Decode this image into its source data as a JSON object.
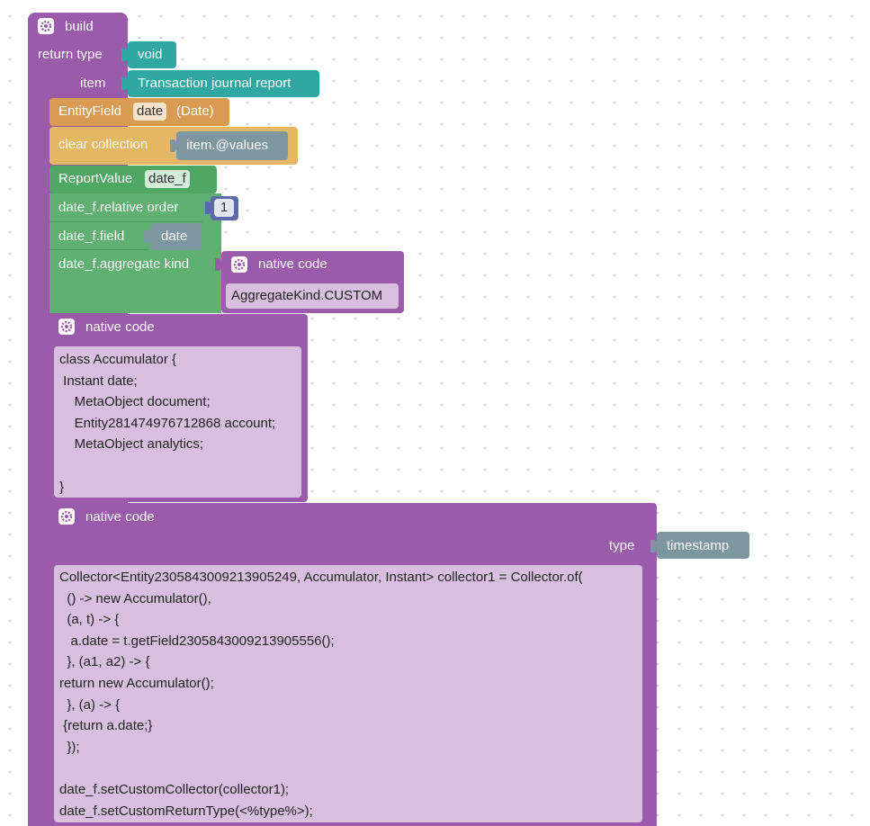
{
  "build": {
    "title": "build",
    "return_type_label": "return type",
    "return_type_value": "void",
    "item_label": "item",
    "item_value": "Transaction journal report"
  },
  "entity_field": {
    "label": "EntityField",
    "field": "date",
    "type": "(Date)"
  },
  "clear_collection": {
    "label": "clear collection",
    "value": "item.@values"
  },
  "report_value": {
    "label": "ReportValue",
    "name": "date_f"
  },
  "relative_order": {
    "label": "date_f.relative order",
    "value": "1"
  },
  "field_row": {
    "label": "date_f.field",
    "value": "date"
  },
  "aggregate_kind": {
    "label": "date_f.aggregate kind",
    "native_title": "native code",
    "native_value": "AggregateKind.CUSTOM"
  },
  "native_code_1": {
    "title": "native code",
    "code": "class Accumulator {\n Instant date;\n    MetaObject document;\n    Entity281474976712868 account;\n    MetaObject analytics;\n\n}"
  },
  "native_code_2": {
    "title": "native code",
    "type_label": "type",
    "type_value": "timestamp",
    "code": "Collector<Entity2305843009213905249, Accumulator, Instant> collector1 = Collector.of(\n  () -> new Accumulator(),\n  (a, t) -> {\n   a.date = t.getField2305843009213905556();\n  }, (a1, a2) -> {\nreturn new Accumulator();\n  }, (a) -> {\n {return a.date;}\n  });\n\ndate_f.setCustomCollector(collector1);\ndate_f.setCustomReturnType(<%type%>);"
  },
  "colors": {
    "procedure": "#9a5bab",
    "text_value": "#2fa8a2",
    "variable": "#7d97a1",
    "entity": "#d99a52",
    "report": "#5fb071",
    "number": "#5c6aa6",
    "code_area": "#d8bfe0"
  },
  "icons": [
    "gear-icon"
  ]
}
